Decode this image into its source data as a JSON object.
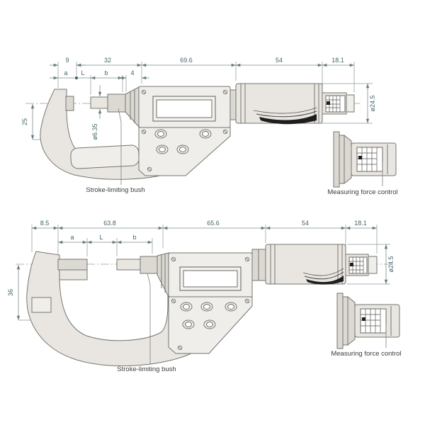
{
  "drawing": {
    "type": "technical-dimension-diagram",
    "subject": "digital micrometer, side views with measuring force control detail",
    "colors": {
      "dimension_text": "#44656a",
      "label_text": "#3d3d3d",
      "body_outline": "#75756f",
      "body_fill": "#e9e6e1",
      "dark_shading": "#1e1e1e",
      "background": "#ffffff"
    },
    "top_view": {
      "length_dims": [
        "9",
        "32",
        "69.6",
        "54",
        "18.1"
      ],
      "sub_dims": [
        "a",
        "L",
        "b",
        "4"
      ],
      "frame_depth": "25",
      "spindle_diameter": "ø6.35",
      "thimble_diameter": "ø24.5",
      "stroke_bush_label": "Stroke-limiting bush",
      "force_control_label": "Measuring force control"
    },
    "bottom_view": {
      "length_dims": [
        "8.5",
        "63.8",
        "65.6",
        "54",
        "18.1"
      ],
      "sub_dims": [
        "a",
        "L",
        "b"
      ],
      "frame_depth": "36",
      "thimble_diameter": "ø24.5",
      "stroke_bush_label": "Stroke-limiting bush",
      "force_control_label": "Measuring force control"
    }
  }
}
